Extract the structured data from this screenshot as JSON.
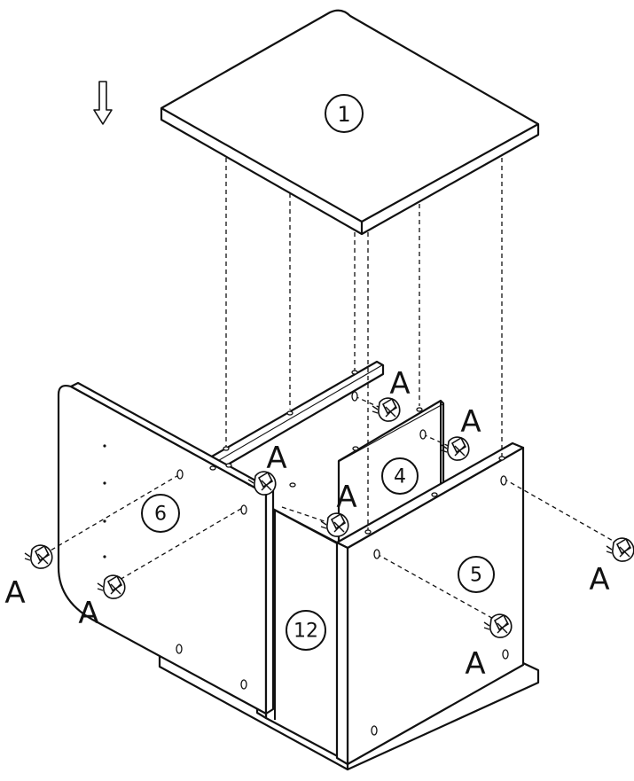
{
  "parts": {
    "top": "1",
    "back": "4",
    "side_right": "5",
    "side_left": "6",
    "front_divider": "12"
  },
  "fastener_label": "A",
  "arrow_icon": "down-arrow-icon",
  "colors": {
    "ink": "#111111",
    "paper": "#ffffff"
  }
}
